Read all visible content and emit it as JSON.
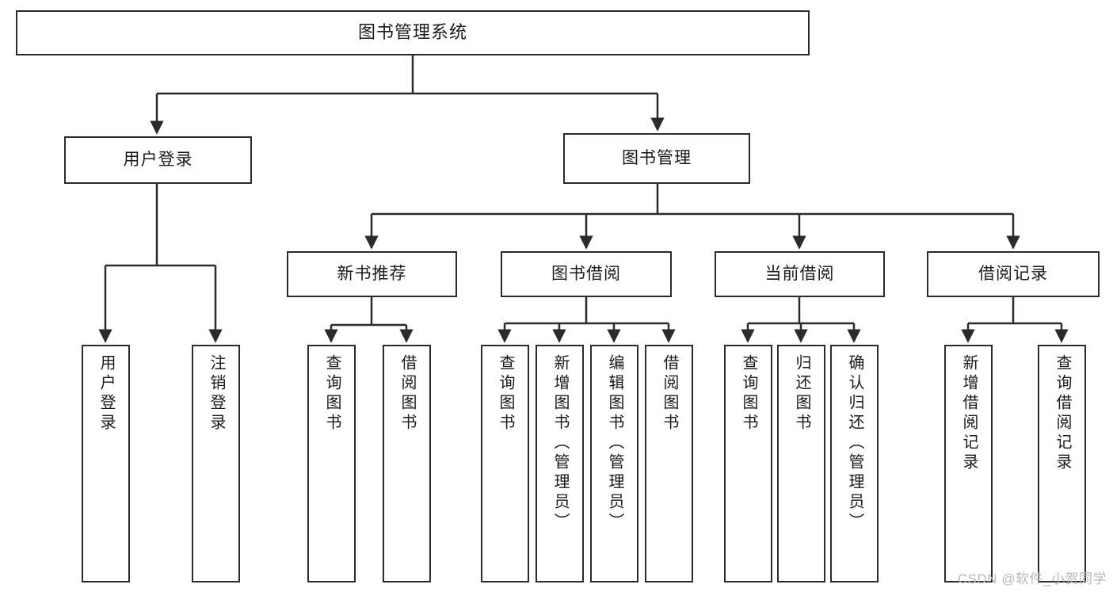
{
  "diagram": {
    "type": "tree",
    "title": "图书管理系统",
    "orientation": "top-down",
    "colors": {
      "box_border": "#2b2b2b",
      "box_fill": "#ffffff",
      "edge": "#2b2b2b",
      "text": "#1a1a1a",
      "watermark": "#b9b9b9"
    },
    "root": {
      "label": "图书管理系统"
    },
    "level2": [
      {
        "label": "用户登录"
      },
      {
        "label": "图书管理"
      }
    ],
    "level3": [
      {
        "label": "新书推荐"
      },
      {
        "label": "图书借阅"
      },
      {
        "label": "当前借阅"
      },
      {
        "label": "借阅记录"
      }
    ],
    "leaves": {
      "user_login": [
        {
          "label": "用户登录"
        },
        {
          "label": "注销登录"
        }
      ],
      "new_book": [
        {
          "label": "查询图书"
        },
        {
          "label": "借阅图书"
        }
      ],
      "book_borrow": [
        {
          "label": "查询图书"
        },
        {
          "label": "新增图书（管理员）"
        },
        {
          "label": "编辑图书（管理员）"
        },
        {
          "label": "借阅图书"
        }
      ],
      "current_borrow": [
        {
          "label": "查询图书"
        },
        {
          "label": "归还图书"
        },
        {
          "label": "确认归还（管理员）"
        }
      ],
      "borrow_record": [
        {
          "label": "新增借阅记录"
        },
        {
          "label": "查询借阅记录"
        }
      ]
    },
    "watermark": "CSDN @软件_小贺同学"
  }
}
